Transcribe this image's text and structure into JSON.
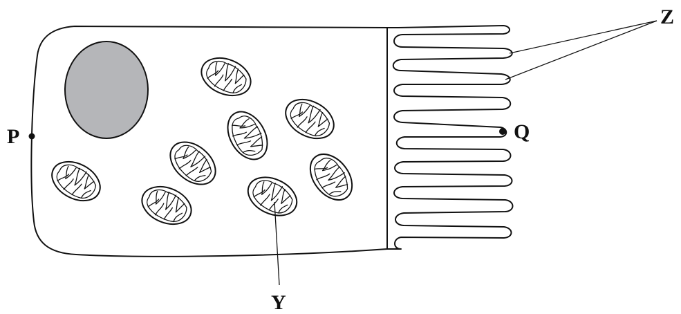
{
  "labels": {
    "P": "P",
    "Q": "Q",
    "Y": "Y",
    "Z": "Z"
  },
  "colors": {
    "nucleus": "#b5b6b9",
    "stroke": "#111111"
  }
}
